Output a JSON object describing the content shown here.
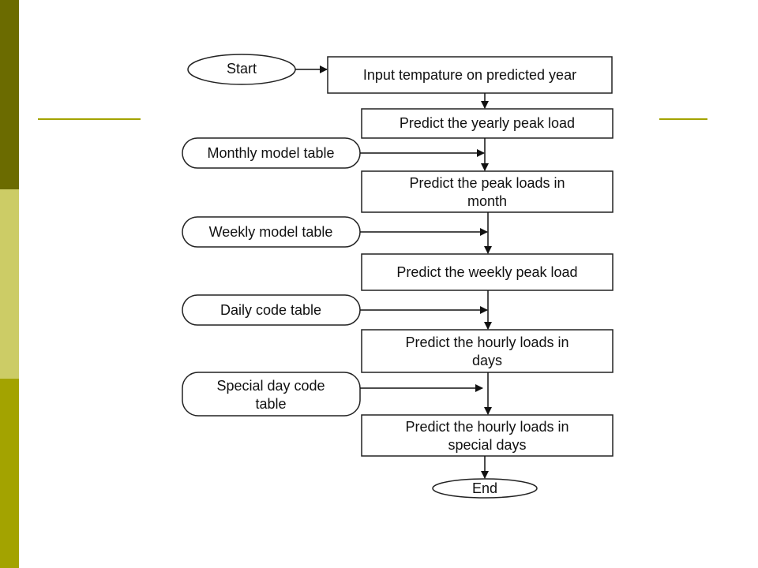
{
  "flowchart": {
    "start": "Start",
    "end": "End",
    "steps": [
      [
        "Input tempature on predicted year"
      ],
      [
        "Predict the yearly peak load"
      ],
      [
        "Predict the peak loads in",
        "month"
      ],
      [
        "Predict the weekly peak load"
      ],
      [
        "Predict the hourly loads in",
        "days"
      ],
      [
        "Predict the hourly loads in",
        "special days"
      ]
    ],
    "inputs": [
      [
        "Monthly model table"
      ],
      [
        "Weekly model table"
      ],
      [
        "Daily code table"
      ],
      [
        "Special day code",
        "table"
      ]
    ]
  }
}
